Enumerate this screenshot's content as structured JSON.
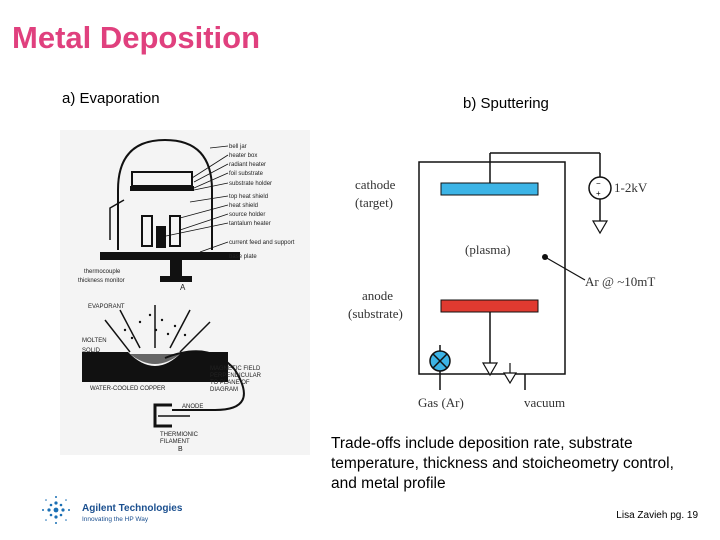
{
  "title": "Metal Deposition",
  "evaporation": {
    "label": "a) Evaporation",
    "callouts": [
      "bell jar",
      "heater box",
      "radiant heater",
      "foil substrate",
      "substrate holder",
      "top heat shield",
      "heat shield",
      "source holder",
      "tantalum heater",
      "current feed and support",
      "base plate"
    ],
    "left_labels": [
      "thermocouple",
      "thickness monitor"
    ],
    "figure_a": "A",
    "lower_labels": [
      "EVAPORANT",
      "MOLTEN",
      "SOLID",
      "WATER-COOLED COPPER",
      "MAGNETIC FIELD",
      "PERPENDICULAR",
      "TO PLANE OF",
      "DIAGRAM",
      "ANODE",
      "THERMIONIC",
      "FILAMENT"
    ],
    "figure_b": "B"
  },
  "sputtering": {
    "label": "b) Sputtering",
    "cathode": "cathode",
    "target": "(target)",
    "plasma": "(plasma)",
    "anode": "anode",
    "substrate": "(substrate)",
    "voltage": "1-2kV",
    "argon": "Ar @ ~10mT",
    "gas": "Gas (Ar)",
    "vacuum": "vacuum",
    "cathode_color": "#3cb4e6",
    "anode_color": "#e03a30"
  },
  "tradeoffs": "Trade-offs include deposition rate, substrate temperature, thickness and stoicheometry control, and metal profile",
  "logo": {
    "company": "Agilent Technologies",
    "tagline": "Innovating the HP Way",
    "icon": "agilent-spark-icon"
  },
  "footer": "Lisa Zavieh pg. 19"
}
